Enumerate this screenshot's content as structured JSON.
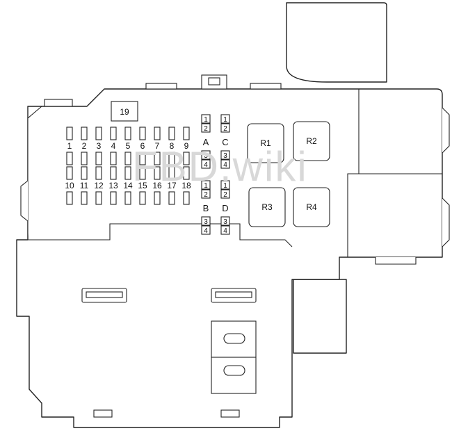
{
  "watermark": "FBD.wiki",
  "fuses_top": [
    "1",
    "2",
    "3",
    "4",
    "5",
    "6",
    "7",
    "8",
    "9"
  ],
  "fuses_bottom": [
    "10",
    "11",
    "12",
    "13",
    "14",
    "15",
    "16",
    "17",
    "18"
  ],
  "fuse_19": "19",
  "connectors": [
    {
      "label": "A",
      "pins": [
        "1",
        "2",
        "3",
        "4"
      ]
    },
    {
      "label": "C",
      "pins": [
        "1",
        "2",
        "3",
        "4"
      ]
    },
    {
      "label": "B",
      "pins": [
        "1",
        "2",
        "3",
        "4"
      ]
    },
    {
      "label": "D",
      "pins": [
        "1",
        "2",
        "3",
        "4"
      ]
    }
  ],
  "relays": [
    "R1",
    "R2",
    "R3",
    "R4"
  ]
}
